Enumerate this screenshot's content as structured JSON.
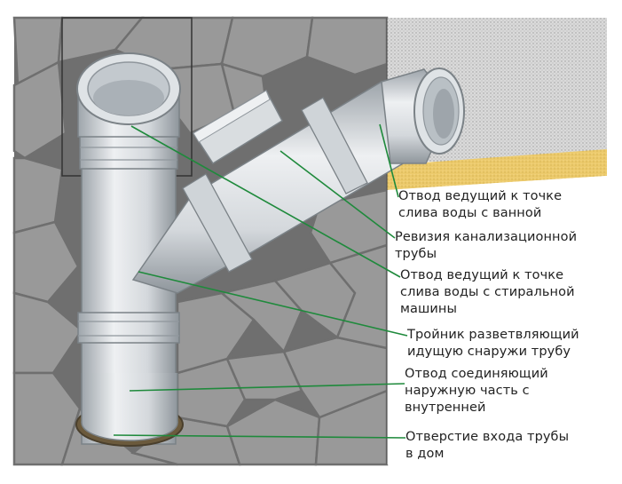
{
  "labels": {
    "bath_outlet": "Отвод ведущий к точке\nслива воды с ванной",
    "revision": "Ревизия канализационной\nтрубы",
    "washer_outlet": "Отвод ведущий к точке\nслива воды с стиральной\nмашины",
    "tee": "Тройник разветвляющий\nидущую снаружи трубу",
    "connector": "Отвод соединяющий\nнаружную часть с\nвнутренней",
    "inlet": "Отверстие входа трубы\nв дом"
  },
  "colors": {
    "leader": "#1f8a3c",
    "stone_bg": "#8c8c8c",
    "stone_tile": "#9e9e9e",
    "grout": "#6f6f6f",
    "pipe_light": "#e3e6e8",
    "pipe_mid": "#c9ced2",
    "pipe_dark": "#9ea5ab",
    "wall": "#d8d8d8",
    "sand": "#e9c766",
    "text": "#222222"
  }
}
